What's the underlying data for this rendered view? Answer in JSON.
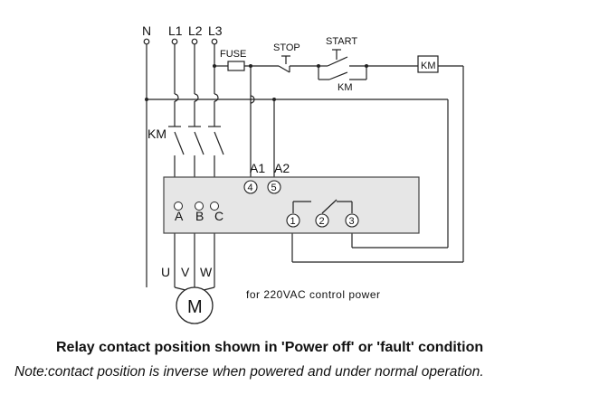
{
  "labels": {
    "n": "N",
    "l1": "L1",
    "l2": "L2",
    "l3": "L3",
    "fuse": "FUSE",
    "stop": "STOP",
    "start": "START",
    "km_coil": "KM",
    "km_aux": "KM",
    "km_main": "KM",
    "a1": "A1",
    "a2": "A2",
    "t4": "4",
    "t5": "5",
    "t1": "1",
    "t2": "2",
    "t3": "3",
    "a": "A",
    "b": "B",
    "c": "C",
    "u": "U",
    "v": "V",
    "w": "W",
    "motor": "M",
    "power_note": "for 220VAC control power"
  },
  "caption": "Relay contact position shown in 'Power off' or  'fault' condition",
  "note": "Note:contact position is inverse when powered and under normal operation."
}
